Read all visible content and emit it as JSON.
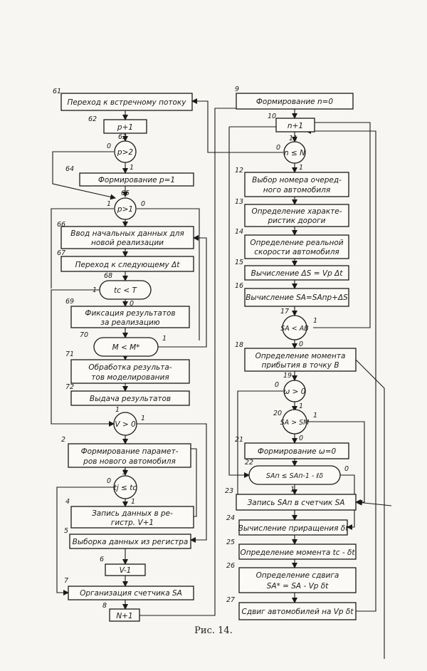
{
  "caption": "Рис. 14.",
  "nodes": {
    "n61": {
      "num": "61",
      "line1": "Переход к встречному потоку"
    },
    "n62": {
      "num": "62",
      "line1": "p+1"
    },
    "n63": {
      "num": "63",
      "line1": "p>2"
    },
    "n64": {
      "num": "64",
      "line1": "Формирование p=1"
    },
    "n65": {
      "num": "65",
      "line1": "p>1"
    },
    "n66": {
      "num": "66",
      "line1": "Ввод начальных данных для",
      "line2": "новой реализации"
    },
    "n67": {
      "num": "67",
      "line1": "Переход к следующему Δt"
    },
    "n68": {
      "num": "68",
      "line1": "tс < T"
    },
    "n69": {
      "num": "69",
      "line1": "Фиксация результатов",
      "line2": "за реализацию"
    },
    "n70": {
      "num": "70",
      "line1": "M < M*"
    },
    "n71": {
      "num": "71",
      "line1": "Обработка результа-",
      "line2": "тов моделирования"
    },
    "n72": {
      "num": "72",
      "line1": "Выдача результатов"
    },
    "n1": {
      "num": "1",
      "line1": "V > 0"
    },
    "n2": {
      "num": "2",
      "line1": "Формирование парамет-",
      "line2": "ров нового автомобиля"
    },
    "n3": {
      "num": "3",
      "line1": "tj ≤ tс"
    },
    "n4": {
      "num": "4",
      "line1": "Запись данных в ре-",
      "line2": "гистр.  V+1"
    },
    "n5": {
      "num": "5",
      "line1": "Выборка данных из регистра"
    },
    "n6": {
      "num": "6",
      "line1": "V-1"
    },
    "n7": {
      "num": "7",
      "line1": "Организация счетчика SA"
    },
    "n8": {
      "num": "8",
      "line1": "N+1"
    },
    "n9": {
      "num": "9",
      "line1": "Формирование n=0"
    },
    "n10": {
      "num": "10",
      "line1": "n+1"
    },
    "n11": {
      "num": "11",
      "line1": "n ≤ N"
    },
    "n12": {
      "num": "12",
      "line1": "Выбор номера очеред-",
      "line2": "ного автомобиля"
    },
    "n13": {
      "num": "13",
      "line1": "Определение характе-",
      "line2": "ристик дороги"
    },
    "n14": {
      "num": "14",
      "line1": "Определение реальной",
      "line2": "скорости автомобиля"
    },
    "n15": {
      "num": "15",
      "line1": "Вычисление ΔS = Vр Δt"
    },
    "n16": {
      "num": "16",
      "line1": "Вычисление SA=SAпр+ΔS"
    },
    "n17": {
      "num": "17",
      "line1": "SA < AB"
    },
    "n18": {
      "num": "18",
      "line1": "Определение момента",
      "line2": "прибытия в точку B"
    },
    "n19": {
      "num": "19",
      "line1": "ω > 0"
    },
    "n20": {
      "num": "20",
      "line1": "SA > SM"
    },
    "n21": {
      "num": "21",
      "line1": "Формирование ω=0"
    },
    "n22": {
      "num": "22",
      "line1": "SAп ≤ SAп-1 - ℓδ"
    },
    "n23": {
      "num": "23",
      "line1": "Запись SAп в счетчик SA"
    },
    "n24": {
      "num": "24",
      "line1": "Вычисление приращения δt"
    },
    "n25": {
      "num": "25",
      "line1": "Определение момента tс - δt"
    },
    "n26": {
      "num": "26",
      "line1": "Определение сдвига",
      "line2": "SA* = SA - Vр δt"
    },
    "n27": {
      "num": "27",
      "line1": "Сдвиг автомобилей на Vр δt"
    }
  },
  "branches": {
    "zero": "0",
    "one": "1"
  }
}
